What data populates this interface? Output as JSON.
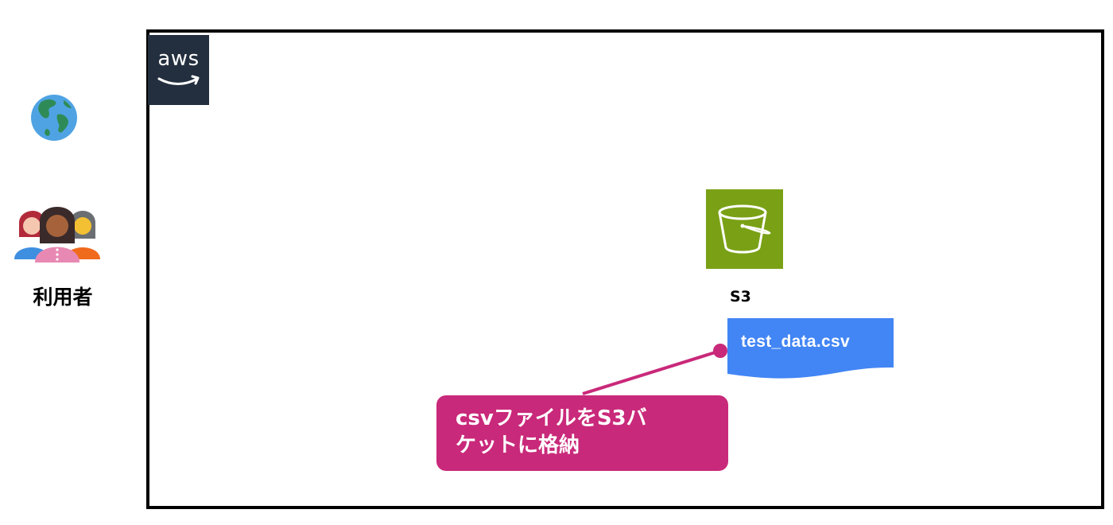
{
  "left_panel": {
    "globe_icon": "globe-icon",
    "users_icon": "users-group-icon",
    "users_label": "利用者"
  },
  "cloud": {
    "provider_logo_text": "aws",
    "border_color": "#000000",
    "logo_bg": "#232f3e"
  },
  "s3": {
    "icon": "s3-bucket-icon",
    "label": "S3",
    "icon_color": "#7aa116"
  },
  "file": {
    "name": "test_data.csv",
    "color": "#4285f4"
  },
  "callout": {
    "line1": "csvファイルをS3バ",
    "line2": "ケットに格納",
    "color": "#c9297a"
  }
}
